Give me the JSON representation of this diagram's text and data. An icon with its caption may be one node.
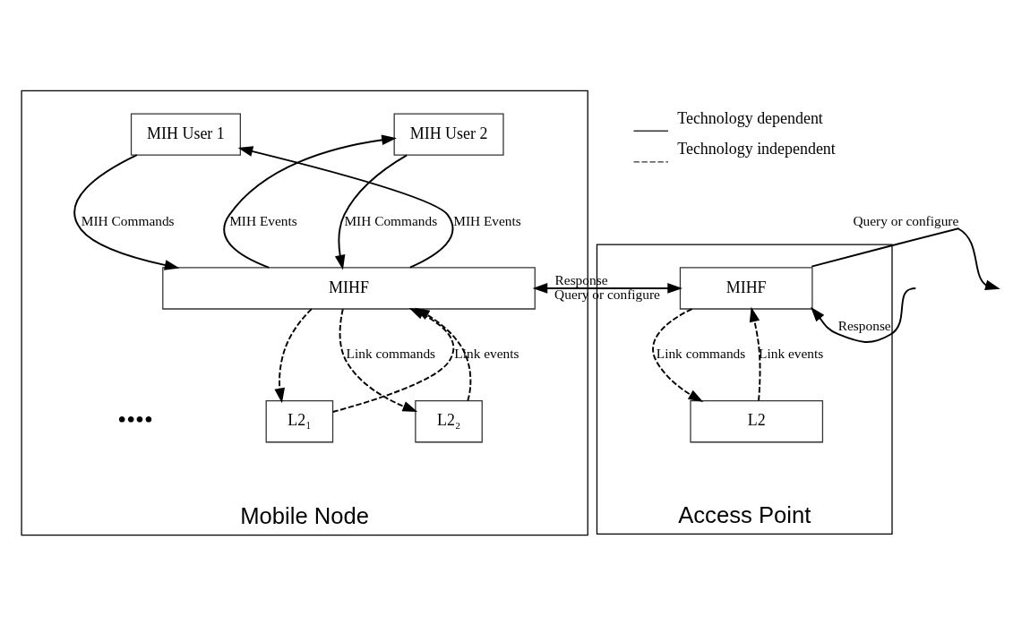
{
  "diagram": {
    "nodes": [
      {
        "text": [
          "Mobile Node"
        ]
      },
      {
        "text": [
          "MIH User 1"
        ],
        "in": 0
      },
      {
        "text": [
          "MIH User 2"
        ],
        "in": 0
      },
      {
        "text": [
          "MIHF"
        ],
        "in": 0
      },
      {
        "text": [
          "L2₁"
        ],
        "in": 0
      },
      {
        "text": [
          "L2₂"
        ],
        "in": 0
      },
      {
        "text": [
          "Access Point"
        ]
      },
      {
        "text": [
          "MIHF"
        ],
        "in": 6
      },
      {
        "text": [
          "L2"
        ],
        "in": 6
      }
    ],
    "edges": [
      {
        "from": 3,
        "to": 1,
        "arrow": "to",
        "label": "MIH Events"
      },
      {
        "from": 1,
        "to": 3,
        "arrow": "to",
        "label": "MIH Commands"
      },
      {
        "from": 3,
        "to": 2,
        "arrow": "to",
        "label": "MIH Events"
      },
      {
        "from": 2,
        "to": 3,
        "arrow": "to",
        "label": "MIH Commands"
      },
      {
        "from": 4,
        "to": 3,
        "arrow": "to",
        "style": "dashed",
        "label": "Link events"
      },
      {
        "from": 3,
        "to": 4,
        "arrow": "to",
        "style": "dashed"
      },
      {
        "from": 5,
        "to": 3,
        "arrow": "to",
        "style": "dashed"
      },
      {
        "from": 3,
        "to": 5,
        "arrow": "to",
        "style": "dashed",
        "label": "Link commands"
      },
      {
        "from": 3,
        "to": 7,
        "arrow": "to",
        "label": "Query or configure"
      },
      {
        "from": 7,
        "to": 3,
        "arrow": "to",
        "label": "Response"
      },
      {
        "from": 7,
        "to": null,
        "arrow": "to",
        "label": "Query or configure"
      },
      {
        "from": null,
        "to": 7,
        "arrow": "to",
        "label": "Response"
      },
      {
        "from": 8,
        "to": 7,
        "arrow": "to",
        "style": "dashed",
        "label": "Link events"
      },
      {
        "from": 7,
        "to": 8,
        "arrow": "to",
        "style": "dashed",
        "label": "Link commands"
      }
    ],
    "labels": [
      "••••"
    ],
    "legend": [
      {
        "text": "Technology dependent"
      },
      {
        "text": "Technology independent"
      }
    ]
  }
}
